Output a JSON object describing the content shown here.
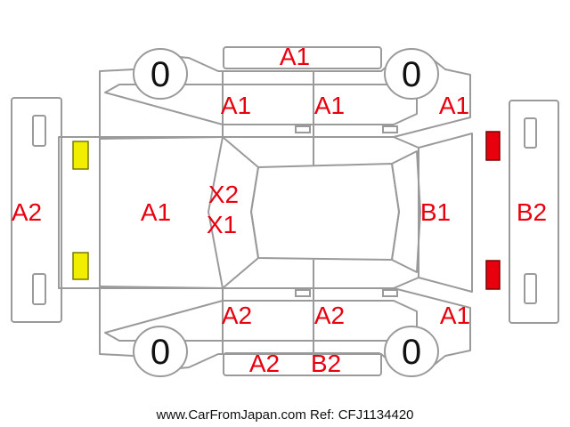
{
  "tires": {
    "front_left": "0",
    "rear_left": "0",
    "front_right": "0",
    "rear_right": "0"
  },
  "codes": {
    "roof_top_bar": "A1",
    "left_front_door": "A1",
    "left_rear_door": "A1",
    "left_rear_quarter": "A1",
    "front_bumper": "A2",
    "hood": "A1",
    "windshield_1": "X2",
    "windshield_2": "X1",
    "tailgate": "B1",
    "rear_bumper": "B2",
    "right_front_door": "A2",
    "right_rear_door": "A2",
    "right_rear_quarter": "A1",
    "right_sill_front": "A2",
    "right_sill_rear": "B2"
  },
  "colors": {
    "front_lamps": "#f2ee00",
    "rear_lamps": "#e8000f",
    "code_text": "#e8000f",
    "outline": "#9a9a9a"
  },
  "footer": "www.CarFromJapan.com Ref: CFJ1134420"
}
